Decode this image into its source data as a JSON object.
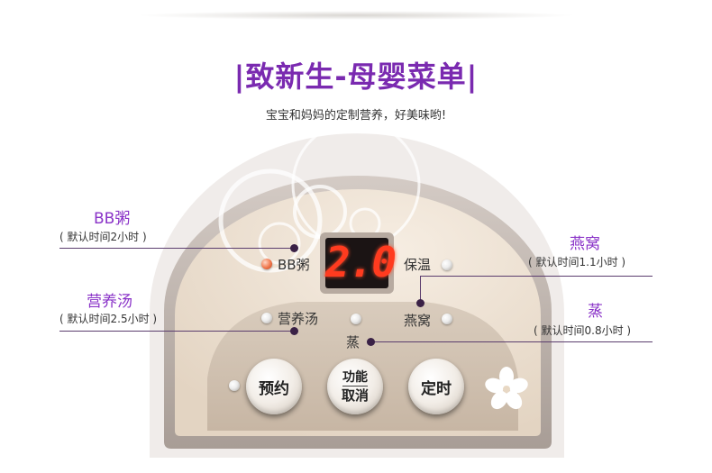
{
  "header": {
    "title": "|致新生-母婴菜单|",
    "subtitle": "宝宝和妈妈的定制营养，好美味哟!"
  },
  "display": {
    "value": "2.0"
  },
  "panel": {
    "labels": {
      "bbzhou": "BB粥",
      "baowen": "保温",
      "yingyangtang": "营养汤",
      "yanwo": "燕窝",
      "zheng": "蒸"
    },
    "buttons": {
      "yuyue": "预约",
      "gongneng": "功能",
      "quxiao": "取消",
      "dingshi": "定时"
    }
  },
  "callouts": {
    "bbzhou": {
      "title": "BB粥",
      "note": "( 默认时间2小时 )"
    },
    "yingyangtang": {
      "title": "营养汤",
      "note": "( 默认时间2.5小时 )"
    },
    "yanwo": {
      "title": "燕窝",
      "note": "( 默认时间1.1小时 )"
    },
    "zheng": {
      "title": "蒸",
      "note": "( 默认时间0.8小时 )"
    }
  },
  "colors": {
    "accent": "#7a2ab0",
    "led_on": "#f0764b",
    "digit": "#ff3b1f"
  }
}
